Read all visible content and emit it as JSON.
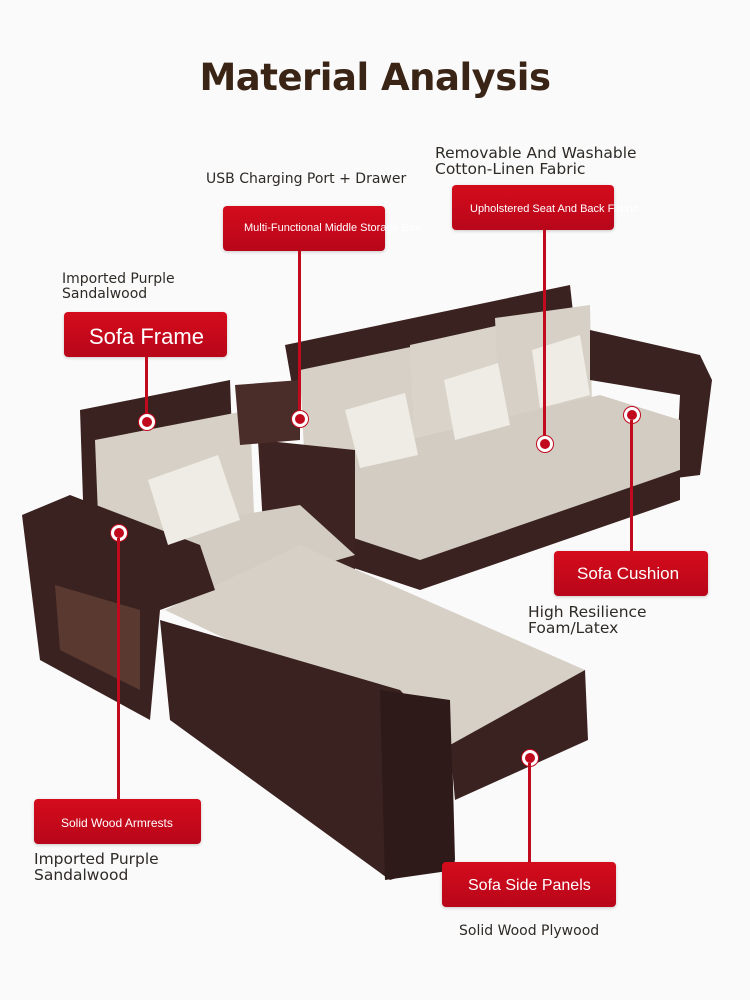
{
  "title": "Material Analysis",
  "callouts": {
    "storage": {
      "caption": "USB Charging Port + Drawer",
      "label": "Multi-Functional Middle Storage Box"
    },
    "fabric": {
      "caption_line1": "Removable And Washable",
      "caption_line2": "Cotton-Linen Fabric",
      "label": "Upholstered Seat And Back Fabric"
    },
    "frame": {
      "caption_line1": "Imported Purple",
      "caption_line2": "Sandalwood",
      "label": "Sofa Frame"
    },
    "cushion": {
      "label": "Sofa Cushion",
      "caption_line1": "High Resilience",
      "caption_line2": "Foam/Latex"
    },
    "armrests": {
      "label": "Solid Wood Armrests",
      "caption_line1": "Imported Purple",
      "caption_line2": "Sandalwood"
    },
    "side_panels": {
      "label": "Sofa Side Panels",
      "caption": "Solid Wood Plywood"
    }
  },
  "colors": {
    "accent": "#c10a1e",
    "wood": "#3a2220",
    "fabric": "#d8d2c8",
    "title": "#3a2415"
  }
}
